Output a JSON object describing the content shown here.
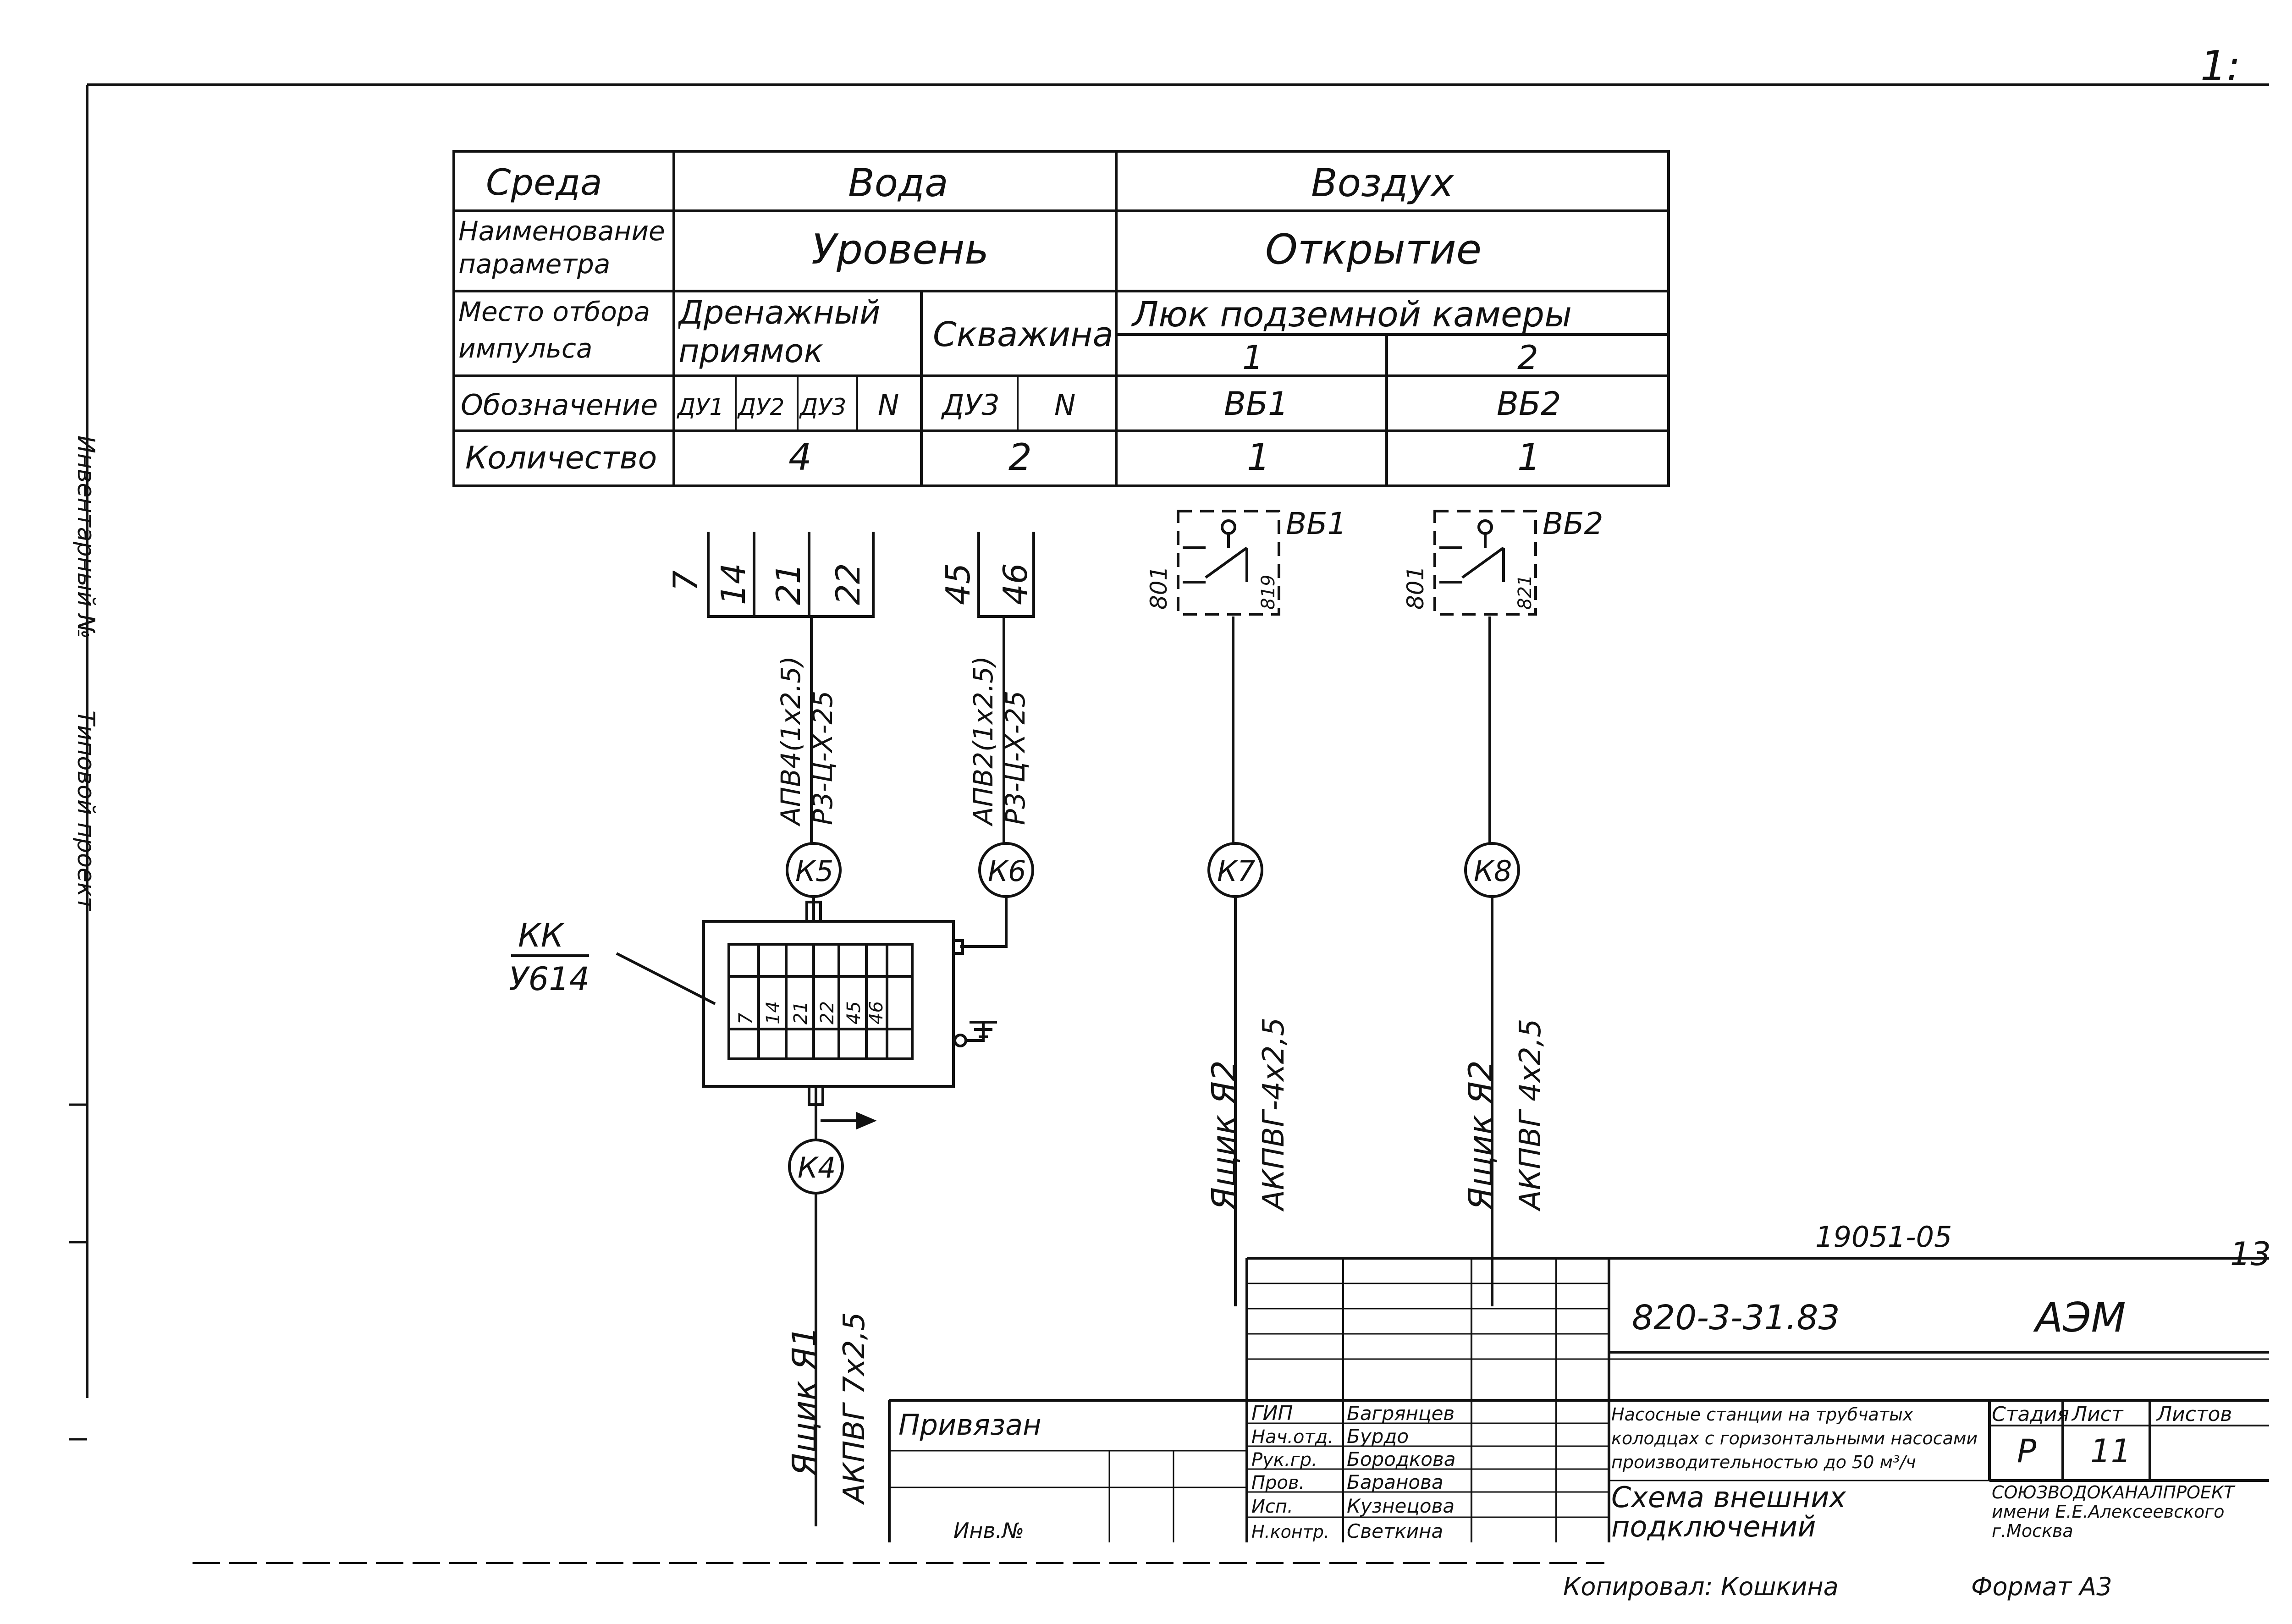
{
  "corner": {
    "top_right": "1:",
    "side_page": "13"
  },
  "margin_left": {
    "label_top": "Инвентарный №",
    "label_mid": "Типовой проект"
  },
  "table": {
    "row_labels": [
      "Среда",
      "Наименование параметра",
      "Место отбора импульса",
      "Обозначение",
      "Количество"
    ],
    "medium_water": "Вода",
    "medium_air": "Воздух",
    "param_level": "Уровень",
    "param_open": "Открытие",
    "place_drain": "Дренажный приямок",
    "place_well": "Скважина",
    "place_hatch": "Люк подземной камеры",
    "hatch_1": "1",
    "hatch_2": "2",
    "designations": [
      "ДУ1",
      "ДУ2",
      "ДУ3",
      "N",
      "ДУ3",
      "N",
      "ВБ1",
      "ВБ2"
    ],
    "qty_drain": "4",
    "qty_well": "2",
    "qty_hatch1": "1",
    "qty_hatch2": "1"
  },
  "terminals_left": [
    "7",
    "14",
    "21",
    "22"
  ],
  "terminals_mid": [
    "45",
    "46"
  ],
  "cables": {
    "left": [
      "АПВ4(1x2.5)",
      "Р3-Ц-Х-25"
    ],
    "mid": [
      "АПВ2(1x2.5)",
      "Р3-Ц-Х-25"
    ],
    "k7": [
      "Ящик Я2",
      "АКПВГ-4x2,5"
    ],
    "k8": [
      "Ящик Я2",
      "АКПВГ 4x2,5"
    ],
    "k4": [
      "Ящик Я1",
      "АКПВГ 7x2,5"
    ]
  },
  "nodes": [
    "К5",
    "К6",
    "К7",
    "К8",
    "К4"
  ],
  "sensors": [
    {
      "name": "ВБ1",
      "left_terminal": "801",
      "right_terminal": "819"
    },
    {
      "name": "ВБ2",
      "left_terminal": "801",
      "right_terminal": "821"
    }
  ],
  "junction_box": {
    "label_top": "КК",
    "label_bottom": "У614",
    "terminals": [
      "7",
      "14",
      "21",
      "22",
      "45",
      "46"
    ]
  },
  "title_block": {
    "top_number": "19051-05",
    "doc_number": "820-3-31.83",
    "doc_code": "АЭМ",
    "bound": "Привязан",
    "inv_no": "Инв.№",
    "roles": [
      "ГИП",
      "Нач.отд.",
      "Рук.гр.",
      "Пров.",
      "Исп.",
      "Н.контр."
    ],
    "names": [
      "Багрянцев",
      "Бурдо",
      "Бородкова",
      "Баранова",
      "Кузнецова",
      "Светкина"
    ],
    "project_title": "Насосные станции на трубчатых колодцах с горизонтальными насосами производительностью до 50 м³/ч",
    "sheet_title": "Схема внешних подключений",
    "stage_label": "Стадия",
    "sheet_label": "Лист",
    "sheets_label": "Листов",
    "stage": "Р",
    "sheet": "11",
    "org": "СОЮЗВОДОКАНАЛПРОЕКТ имени Е.Е.Алексеевского г.Москва",
    "copied": "Копировал: Кошкина",
    "format": "Формат А3"
  },
  "colors": {
    "ink": "#111111",
    "paper": "#ffffff"
  }
}
